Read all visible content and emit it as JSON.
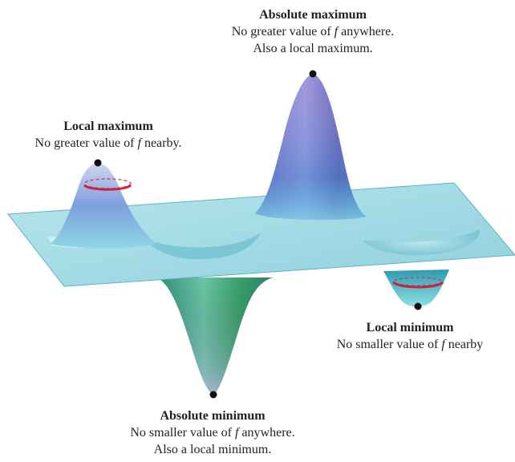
{
  "labels": {
    "absolute_maximum": {
      "title": "Absolute maximum",
      "line1_a": "No greater value of ",
      "line1_var": "f",
      "line1_b": " anywhere.",
      "line2": "Also a local maximum."
    },
    "local_maximum": {
      "title": "Local maximum",
      "line1_a": "No greater value of ",
      "line1_var": "f",
      "line1_b": " nearby."
    },
    "local_minimum": {
      "title": "Local minimum",
      "line1_a": "No smaller value of ",
      "line1_var": "f",
      "line1_b": " nearby"
    },
    "absolute_minimum": {
      "title": "Absolute minimum",
      "line1_a": "No smaller value of ",
      "line1_var": "f",
      "line1_b": " anywhere.",
      "line2": "Also a local minimum."
    }
  },
  "colors": {
    "plane": "#a6dde6",
    "plane_edge": "#5fb3c2",
    "surface_peak": "#8a7fd0",
    "surface_valley": "#3fae8c",
    "level_curve": "#d21f3c",
    "point": "#111111",
    "text": "#231f20"
  }
}
